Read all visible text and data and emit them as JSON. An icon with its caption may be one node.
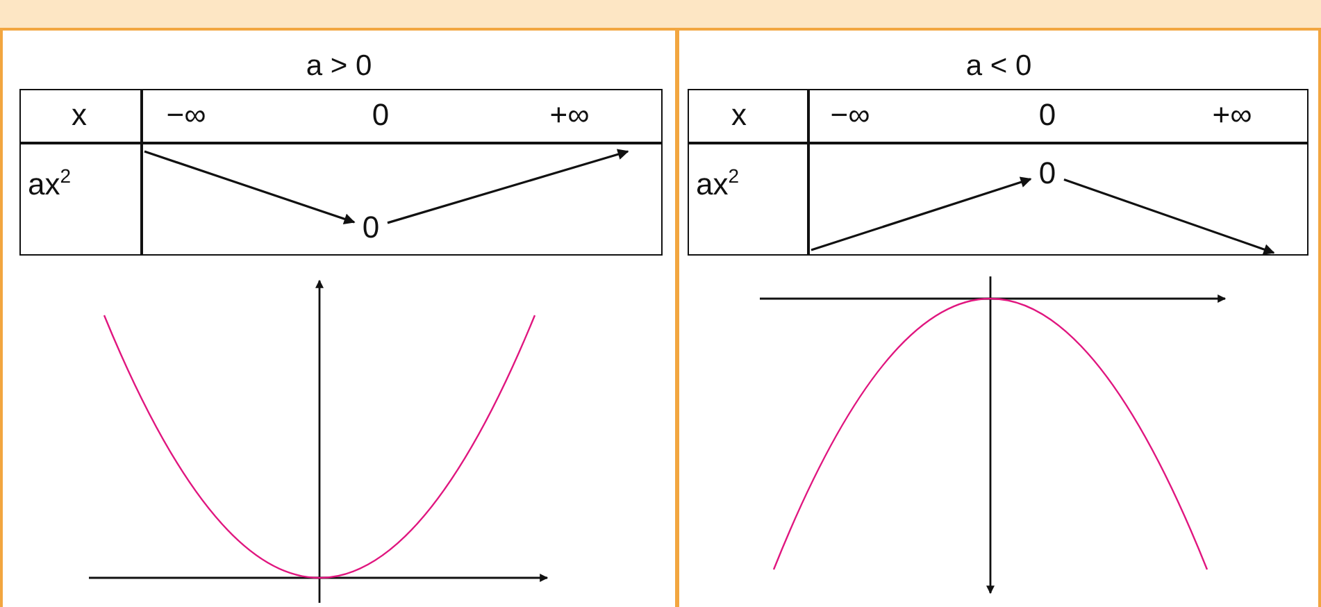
{
  "diagram": {
    "nodes": [
      {
        "text": [
          "a > 0"
        ]
      },
      {
        "text": [
          "0"
        ],
        "in": 0
      },
      {
        "text": [
          "a < 0"
        ]
      },
      {
        "text": [
          "0"
        ],
        "in": 2
      }
    ],
    "edges": [
      {
        "from": null,
        "to": 1,
        "arrow": "to"
      },
      {
        "from": 1,
        "to": null,
        "arrow": "to"
      },
      {
        "from": null,
        "to": 3,
        "arrow": "to"
      },
      {
        "from": 3,
        "to": null,
        "arrow": "to"
      }
    ],
    "labels": [
      "x",
      "−∞",
      "0",
      "+∞",
      "ax$^{2}$",
      "x",
      "−∞",
      "0",
      "+∞",
      "ax$^{2}$"
    ]
  }
}
